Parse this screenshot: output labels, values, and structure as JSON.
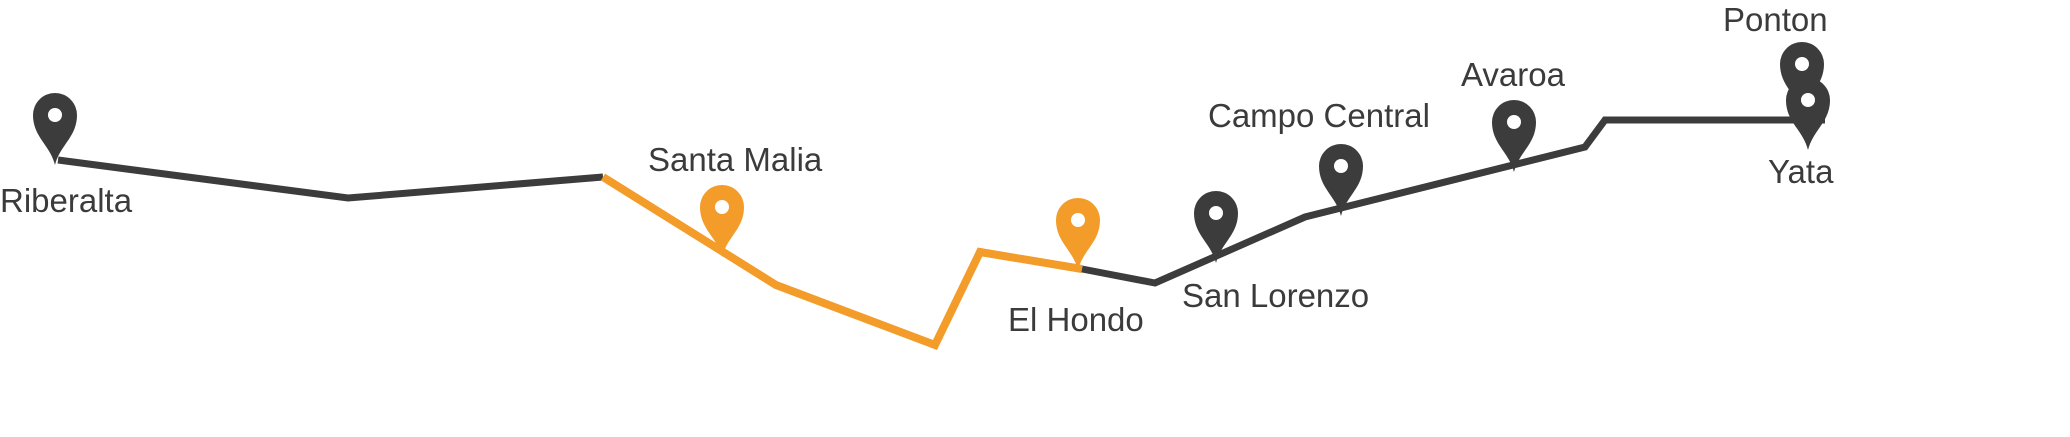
{
  "colors": {
    "route_default": "#3c3c3c",
    "route_highlight": "#f39c2a",
    "pin_default": "#3c3c3c",
    "pin_highlight": "#f39c2a",
    "pin_hole": "#ffffff"
  },
  "places": {
    "riberalta": {
      "name": "Riberalta",
      "highlighted": false
    },
    "santa_malia": {
      "name": "Santa Malia",
      "highlighted": true
    },
    "el_hondo": {
      "name": "El Hondo",
      "highlighted": true
    },
    "san_lorenzo": {
      "name": "San Lorenzo",
      "highlighted": false
    },
    "campo_central": {
      "name": "Campo Central",
      "highlighted": false
    },
    "avaroa": {
      "name": "Avaroa",
      "highlighted": false
    },
    "ponton": {
      "name": "Ponton",
      "highlighted": false
    },
    "yata": {
      "name": "Yata",
      "highlighted": false
    }
  },
  "route": {
    "highlighted_segment": {
      "from": "Santa Malia",
      "to": "El Hondo"
    }
  }
}
